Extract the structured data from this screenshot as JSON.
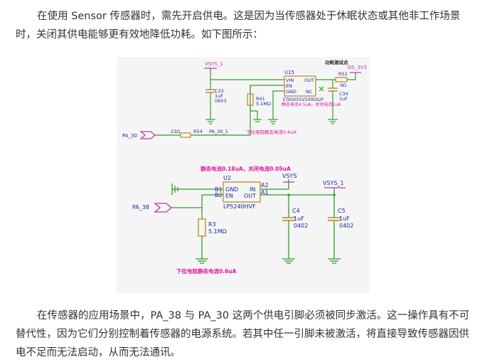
{
  "paragraph_1": "在使用 Sensor 传感器时，需先开启供电。这是因为当传感器处于休眠状态或其他非工作场景时，关闭其供电能够更有效地降低功耗。如下图所示：",
  "paragraph_2": "在传感器的应用场景中，PA_38 与 PA_30 这两个供电引脚必须被同步激活。这一操作具有不可替代性，因为它们分别控制着传感器的电源系统。若其中任一引脚未被激活，将直接导致传感器因供电不足而无法启动，从而无法通讯。",
  "schematic": {
    "top": {
      "vsys_label": "VSYS_1",
      "power_test_point": "功耗测试点",
      "gs_label": "GS_3V3",
      "u15_ref": "U15",
      "u15_part": "ETA5055V330DS2F",
      "u15_pin_vin": "VIN",
      "u15_pin_en": "EN",
      "u15_pin_gnd": "GND",
      "u15_pin_out": "OUT",
      "u15_pin_nc": "NC",
      "quiescent_note": "静态电流4.5uA，关闭电流1uA",
      "r52_ref": "R52",
      "r52_val": "0Ω",
      "c33_ref": "C33",
      "c33_val": "1uF",
      "c33_pkg": "0603",
      "c34_ref": "C34",
      "c34_val": "1uF",
      "r41_ref": "R41",
      "r41_val": "5.1MΩ",
      "pulldown_note": "下拉电阻静态电流0.6uA",
      "pa30_label": "PA_30",
      "r54_val": "22Ω",
      "r54_ref": "R54",
      "net_pa30_1": "PA_30_1"
    },
    "bottom": {
      "quiescent_note": "静态电流0.18uA，关闭电流0.05uA",
      "u2_ref": "U2",
      "u2_part": "LP5240HVF",
      "pin_b1": "B1",
      "pin_b2": "B2",
      "pin_a2": "A2",
      "pin_a1": "A1",
      "pin_gnd": "GND",
      "pin_en": "EN",
      "pin_in": "IN",
      "pin_out": "OUT",
      "vsys_label": "VSYS",
      "vsys1_label": "VSYS_1",
      "pa38_label": "PA_38",
      "r3_ref": "R3",
      "r3_val": "5.1MΩ",
      "c4_ref": "C4",
      "c4_val": "1uF",
      "c4_pkg": "0402",
      "c5_ref": "C5",
      "c5_val": "1uF",
      "c5_pkg": "0402",
      "pulldown_note": "下拉电阻静态电流0.6uA"
    },
    "colors": {
      "wire": "#2e9e2e",
      "component": "#b8872a",
      "power_net": "#b33aa8",
      "annotation": "#e0189c",
      "pin_text": "#1c2a9e",
      "ground": "#2e9e2e"
    }
  }
}
